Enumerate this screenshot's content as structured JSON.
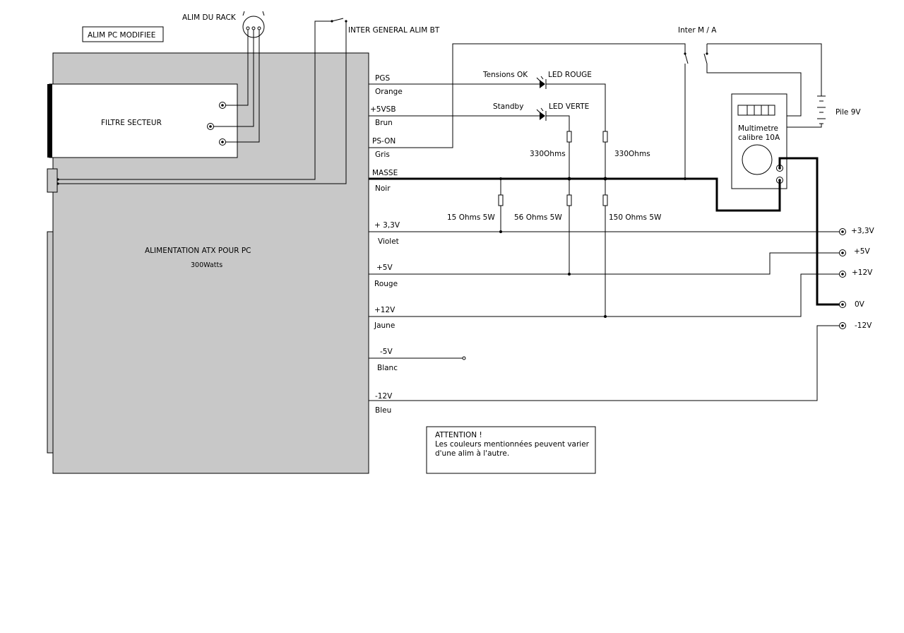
{
  "title_box": "ALIM PC MODIFIEE",
  "labels": {
    "alim_rack": "ALIM DU RACK",
    "inter_general": "INTER GENERAL ALIM BT",
    "inter_ma": "Inter M / A",
    "filtre": "FILTRE SECTEUR",
    "psu_title": "ALIMENTATION ATX POUR PC",
    "psu_power": "300Watts",
    "tensions_ok": "Tensions OK",
    "led_rouge": "LED ROUGE",
    "standby": "Standby",
    "led_verte": "LED VERTE",
    "r330_a": "330Ohms",
    "r330_b": "330Ohms",
    "r15": "15  Ohms  5W",
    "r56": "56  Ohms  5W",
    "r150": "150 Ohms  5W",
    "multimetre_1": "Multimetre",
    "multimetre_2": "calibre 10A",
    "pile": "Pile 9V"
  },
  "wires": [
    {
      "signal": "PGS",
      "color": "Orange"
    },
    {
      "signal": "+5VSB",
      "color": "Brun"
    },
    {
      "signal": "PS-ON",
      "color": "Gris"
    },
    {
      "signal": "MASSE",
      "color": "Noir"
    },
    {
      "signal": "+ 3,3V",
      "color": "Violet"
    },
    {
      "signal": "+5V",
      "color": "Rouge"
    },
    {
      "signal": "+12V",
      "color": "Jaune"
    },
    {
      "signal": "-5V",
      "color": "Blanc"
    },
    {
      "signal": "-12V",
      "color": "Bleu"
    }
  ],
  "outputs": [
    "+3,3V",
    "+5V",
    "+12V",
    "0V",
    "-12V"
  ],
  "attention": {
    "line1": "ATTENTION !",
    "line2": "Les couleurs mentionnées peuvent varier",
    "line3": "d'une alim à l'autre."
  }
}
